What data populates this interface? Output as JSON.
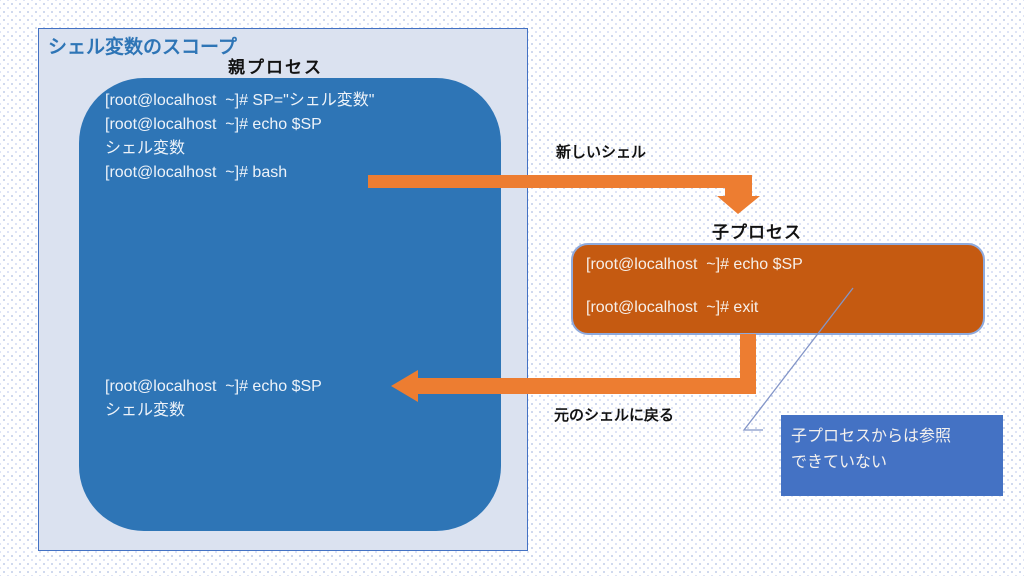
{
  "diagram": {
    "title": "シェル変数のスコープ",
    "colors": {
      "outer_fill": "#dbe2f0",
      "outer_border": "#4472c4",
      "parent_box": "#2e75b6",
      "child_box": "#c55a11",
      "child_box_border": "#8faadc",
      "arrow": "#ed7d31",
      "annotation_box": "#4472c4",
      "title_text": "#2e75b6",
      "terminal_text": "#ffffff"
    }
  },
  "parent": {
    "label": "親プロセス",
    "terminal_top": [
      "[root@localhost  ~]# SP=\"シェル変数\"",
      "[root@localhost  ~]# echo $SP",
      "シェル変数",
      "[root@localhost  ~]# bash"
    ],
    "terminal_bottom": [
      "[root@localhost  ~]# echo $SP",
      "シェル変数"
    ]
  },
  "child": {
    "label": "子プロセス",
    "terminal": [
      "[root@localhost  ~]# echo $SP",
      "[root@localhost  ~]# exit"
    ]
  },
  "arrows": {
    "to_child_label": "新しいシェル",
    "to_parent_label": "元のシェルに戻る"
  },
  "annotation": {
    "lines": [
      "子プロセスからは参照",
      "できていない"
    ]
  }
}
